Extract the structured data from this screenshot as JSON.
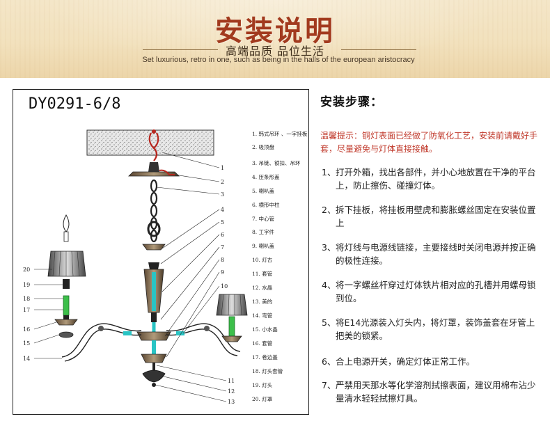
{
  "banner": {
    "title": "安装说明",
    "subtitle": "高端品质  品位生活",
    "english": "Set luxurious, retro in one, such as being in the halls of the european aristocracy"
  },
  "diagram": {
    "model": "DY0291-6/8",
    "parts": [
      "1. 韩式吊环 、一字挂板",
      "2. 吸顶盘",
      "3. 吊链、锁扣、吊环",
      "4. 压条形盖",
      "5. 喇叭盖",
      "6. 横形中柱",
      "7. 中心管",
      "8. 工字件",
      "9. 喇叭盖",
      "10. 灯古",
      "11. 套管",
      "12. 水晶",
      "13. 美的",
      "14. 弯管",
      "15. 小水晶",
      "16. 套管",
      "17. 卷边盖",
      "18. 灯头套管",
      "19. 灯头",
      "20. 灯罩"
    ],
    "callouts_right": [
      "1",
      "2",
      "3",
      "4",
      "5",
      "6",
      "7",
      "8",
      "9",
      "10",
      "11",
      "12",
      "13"
    ],
    "callouts_left": [
      "20",
      "19",
      "18",
      "17",
      "16",
      "15",
      "14"
    ]
  },
  "steps_title": "安装步骤：",
  "tip": {
    "label": "温馨提示：",
    "text": "铜灯表面已经做了防氧化工艺，安装前请戴好手套，尽量避免与灯体直接接触。"
  },
  "steps": [
    {
      "num": "1、",
      "text": "打开外箱，找出各部件，并小心地放置在干净的平台上，防止擦伤、碰撞灯体。"
    },
    {
      "num": "2、",
      "text": "拆下挂板，将挂板用壁虎和膨胀螺丝固定在安装位置上"
    },
    {
      "num": "3、",
      "text": "将灯线与电源线链接，主要接线时关闭电源并按正确的极性连接。"
    },
    {
      "num": "4、",
      "text": "将一字螺丝杆穿过灯体铁片相对应的孔槽并用螺母锁到位。"
    },
    {
      "num": "5、",
      "text": "将E14光源装入灯头内，将灯罩，装饰盖套在牙管上把美的锁紧。"
    },
    {
      "num": "6、",
      "text": "合上电源开关，确定灯体正常工作。"
    },
    {
      "num": "7、",
      "text": "严禁用天那水等化学溶剂拭擦表面，建议用棉布沾少量清水轻轻拭擦灯具。"
    }
  ],
  "colors": {
    "title_red": "#a23a1e",
    "tip_red": "#c0392b",
    "glass_cyan": "#29c4c4",
    "glass_green": "#3cbf4a",
    "chain_red": "#b8261e"
  }
}
